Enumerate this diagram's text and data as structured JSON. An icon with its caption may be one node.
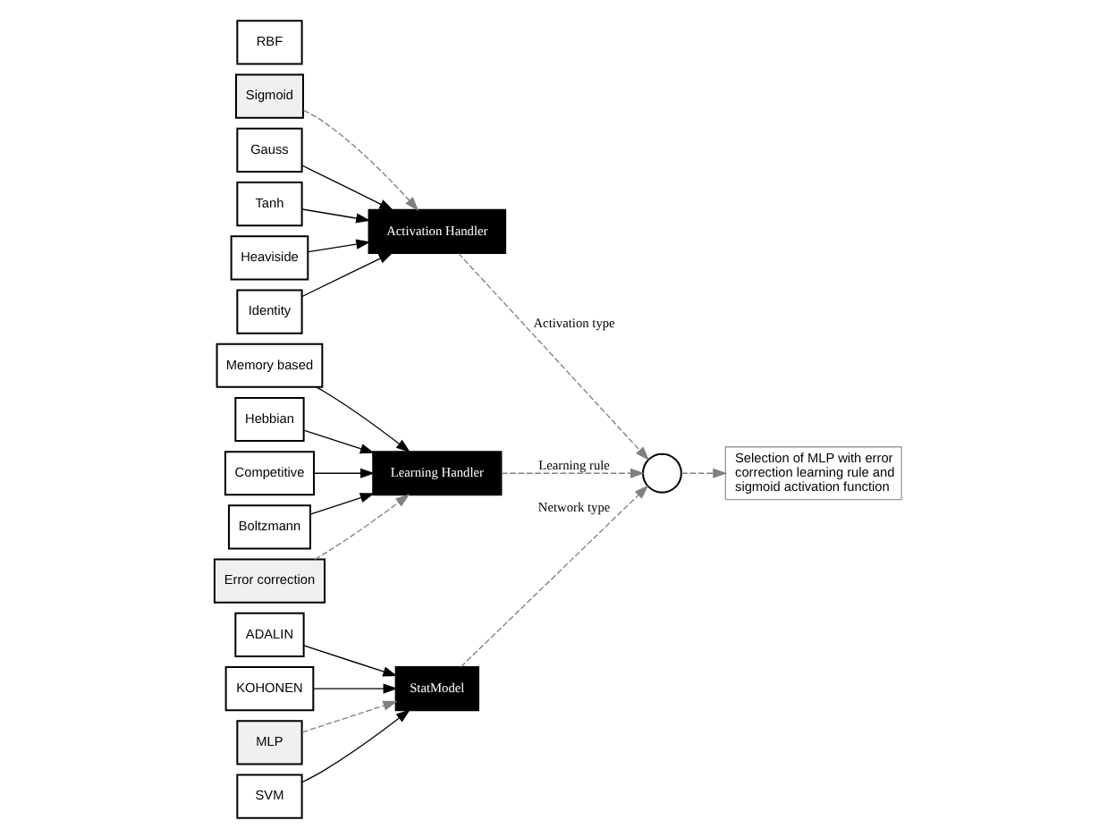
{
  "diagram": {
    "nodes": [
      {
        "text": [
          "ADALIN"
        ]
      },
      {
        "text": [
          "MLP"
        ]
      },
      {
        "text": [
          "RBF"
        ]
      },
      {
        "text": [
          "SVM"
        ]
      },
      {
        "text": [
          "KOHONEN"
        ]
      },
      {
        "text": [
          "StatModel"
        ]
      },
      {
        "text": [],
        "shape": "circle"
      },
      {
        "text": [
          "Activation Handler"
        ]
      },
      {
        "text": [
          "Identity"
        ]
      },
      {
        "text": [
          "Sigmoid"
        ]
      },
      {
        "text": [
          "Gauss"
        ]
      },
      {
        "text": [
          "Tanh"
        ]
      },
      {
        "text": [
          "Heaviside"
        ]
      },
      {
        "text": [
          "Learning Handler"
        ]
      },
      {
        "text": [
          "Error correction"
        ]
      },
      {
        "text": [
          "Memory based"
        ]
      },
      {
        "text": [
          "Hebbian"
        ]
      },
      {
        "text": [
          "Competitive"
        ]
      },
      {
        "text": [
          "Boltzmann"
        ]
      },
      {
        "text": [
          "Selection of MLP with error correction learning rule and sigmoid activation function"
        ]
      }
    ],
    "edges": [
      {
        "from": 0,
        "to": 5,
        "arrow": "to"
      },
      {
        "from": 1,
        "to": 5,
        "arrow": "to",
        "style": "dashed",
        "color": "#808080"
      },
      {
        "from": 3,
        "to": 5,
        "arrow": "to"
      },
      {
        "from": 4,
        "to": 5,
        "arrow": "to"
      },
      {
        "from": 5,
        "to": 6,
        "arrow": "to",
        "label": "Network type",
        "style": "dashed",
        "color": "#808080"
      },
      {
        "from": 8,
        "to": 7,
        "arrow": "to"
      },
      {
        "from": 9,
        "to": 7,
        "arrow": "to",
        "style": "dashed",
        "color": "#808080"
      },
      {
        "from": 10,
        "to": 7,
        "arrow": "to"
      },
      {
        "from": 11,
        "to": 7,
        "arrow": "to"
      },
      {
        "from": 12,
        "to": 7,
        "arrow": "to"
      },
      {
        "from": 7,
        "to": 6,
        "arrow": "to",
        "label": "Activation type",
        "style": "dashed",
        "color": "#808080"
      },
      {
        "from": 14,
        "to": 13,
        "arrow": "to",
        "style": "dashed",
        "color": "#808080"
      },
      {
        "from": 15,
        "to": 13,
        "arrow": "to"
      },
      {
        "from": 16,
        "to": 13,
        "arrow": "to"
      },
      {
        "from": 17,
        "to": 13,
        "arrow": "to"
      },
      {
        "from": 18,
        "to": 13,
        "arrow": "to"
      },
      {
        "from": 13,
        "to": 6,
        "arrow": "to",
        "label": "Learning rule",
        "style": "dashed",
        "color": "#808080"
      },
      {
        "from": 6,
        "to": 19,
        "arrow": "to",
        "style": "dashed",
        "color": "#808080"
      }
    ]
  }
}
